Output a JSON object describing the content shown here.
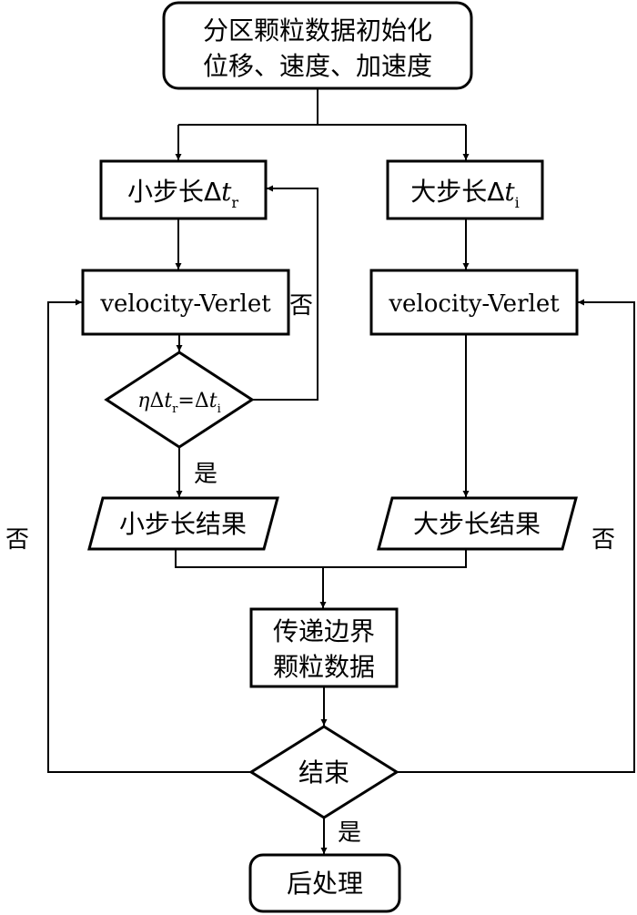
{
  "nodes": {
    "init_line1": "分区颗粒数据初始化",
    "init_line2": "位移、速度、加速度",
    "small_step_prefix": "小步长Δ",
    "small_step_var": "t",
    "small_step_sub": "r",
    "large_step_prefix": "大步长Δ",
    "large_step_var": "t",
    "large_step_sub": "i",
    "vv_left": "velocity-Verlet",
    "vv_right": "velocity-Verlet",
    "cond_eta": "η",
    "cond_delta1": "Δ",
    "cond_t1": "t",
    "cond_sub1": "r",
    "cond_eq": "=Δ",
    "cond_t2": "t",
    "cond_sub2": "i",
    "small_result": "小步长结果",
    "large_result": "大步长结果",
    "transfer_line1": "传递边界",
    "transfer_line2": "颗粒数据",
    "end": "结束",
    "post": "后处理"
  },
  "labels": {
    "no_inner": "否",
    "yes_cond": "是",
    "no_left": "否",
    "no_right": "否",
    "yes_end": "是"
  }
}
